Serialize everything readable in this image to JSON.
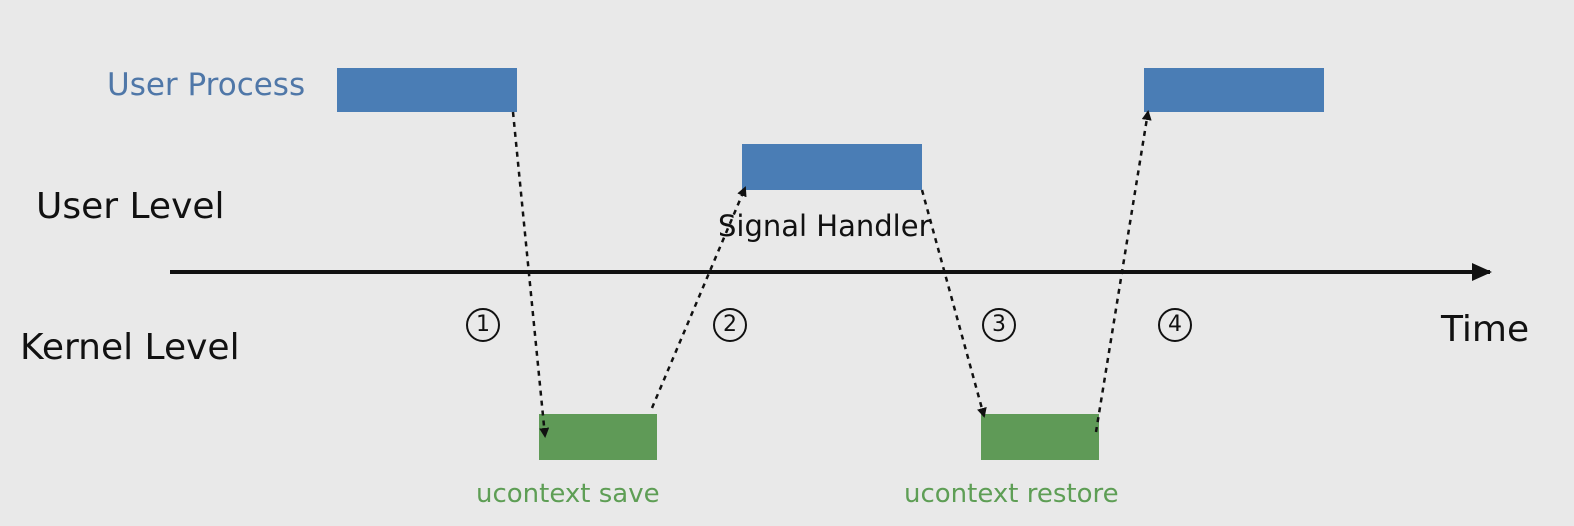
{
  "labels": {
    "user_process": "User Process",
    "user_level": "User Level",
    "kernel_level": "Kernel Level",
    "time": "Time",
    "signal_handler": "Signal Handler",
    "ucontext_save": "ucontext save",
    "ucontext_restore": "ucontext restore"
  },
  "steps": [
    "1",
    "2",
    "3",
    "4"
  ],
  "colors": {
    "user_block": "#4a7db5",
    "kernel_block": "#5f9a57",
    "user_process_text": "#4f77a8",
    "kernel_text": "#5e9e55",
    "axis": "#111111",
    "background": "#e9e9e9"
  }
}
